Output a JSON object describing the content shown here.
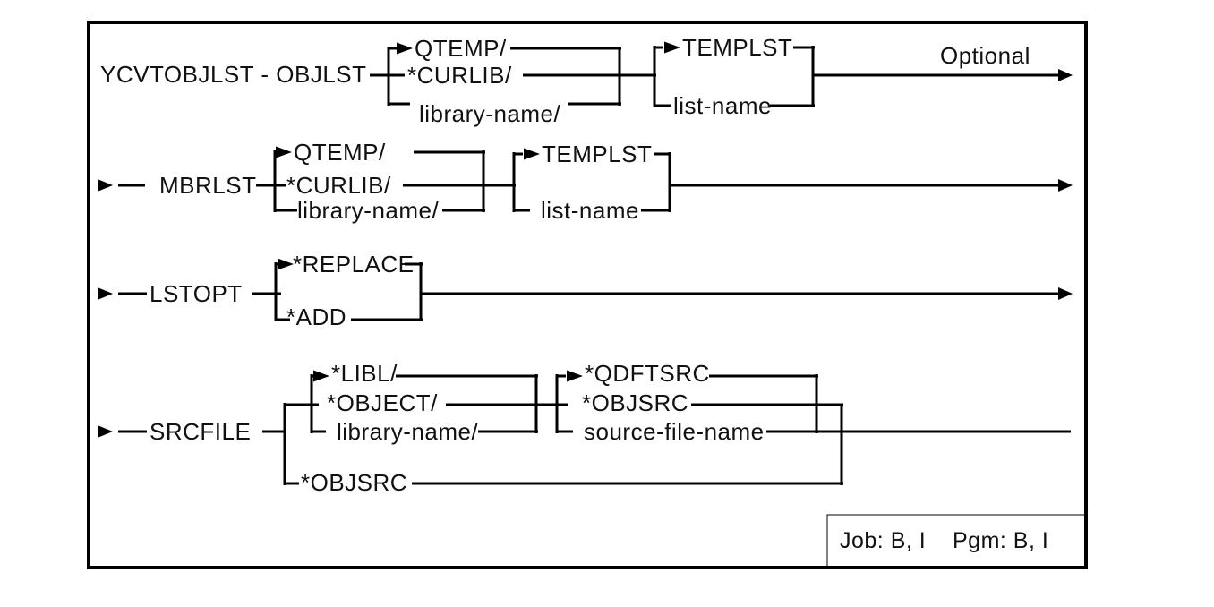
{
  "syntax_diagram": {
    "command": "YCVTOBJLST - OBJLST",
    "optional_label": "Optional",
    "ink_color": "#000000",
    "row1": {
      "qualifier": {
        "default_option": "QTEMP/",
        "option2": "*CURLIB/",
        "option3": "library-name/"
      },
      "list": {
        "default_option": "TEMPLST",
        "option2": "list-name"
      }
    },
    "row2": {
      "param": "MBRLST",
      "qualifier": {
        "default_option": "QTEMP/",
        "option2": "*CURLIB/",
        "option3": "library-name/"
      },
      "list": {
        "default_option": "TEMPLST",
        "option2": "list-name"
      }
    },
    "row3": {
      "param": "LSTOPT",
      "options": {
        "default_option": "*REPLACE",
        "option2": "*ADD"
      }
    },
    "row4": {
      "param": "SRCFILE",
      "library": {
        "default_option": "*LIBL/",
        "option2": "*OBJECT/",
        "option3": "library-name/"
      },
      "file": {
        "default_option": "*QDFTSRC",
        "option2": "*OBJSRC",
        "option3": "source-file-name"
      },
      "bypass_option": "*OBJSRC"
    },
    "footer": {
      "job": "Job: B, I",
      "pgm": "Pgm: B, I"
    }
  }
}
